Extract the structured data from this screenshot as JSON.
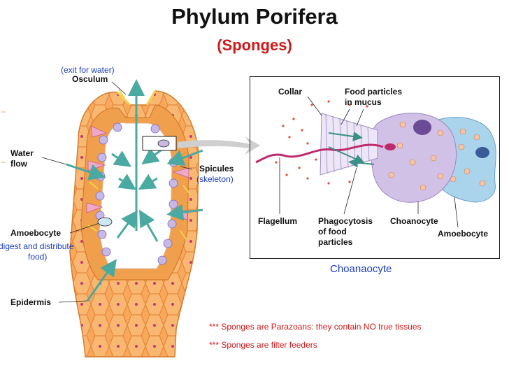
{
  "title": "Phylum Porifera",
  "subtitle": "(Sponges)",
  "sponge": {
    "osculum_note": "(exit for water)",
    "osculum": "Osculum",
    "water_flow_line1": "Water",
    "water_flow_line2": "flow",
    "spicules": "Spicules",
    "spicules_note": "(skeleton)",
    "amoebocyte": "Amoebocyte",
    "amoebocyte_note_line1": "(digest and distribute",
    "amoebocyte_note_line2": "food)",
    "epidermis": "Epidermis"
  },
  "inset": {
    "collar": "Collar",
    "food_line1": "Food particles",
    "food_line2": "in mucus",
    "flagellum": "Flagellum",
    "phago_line1": "Phagocytosis",
    "phago_line2": "of food",
    "phago_line3": "particles",
    "choanocyte": "Choanocyte",
    "amoebocyte": "Amoebocyte"
  },
  "inset_caption": "Choanaocyte",
  "notes": [
    "*** Sponges are Parazoans: they contain NO true tissues",
    "*** Sponges are filter feeders"
  ],
  "colors": {
    "title": "#111111",
    "accent_red": "#d01818",
    "note_blue": "#1a3db8",
    "sponge_orange": "#f2a050",
    "water_arrow": "#5ab0a8",
    "choanocyte_purple": "#c9b4e0",
    "amoebocyte_blue": "#a9d4ec"
  }
}
